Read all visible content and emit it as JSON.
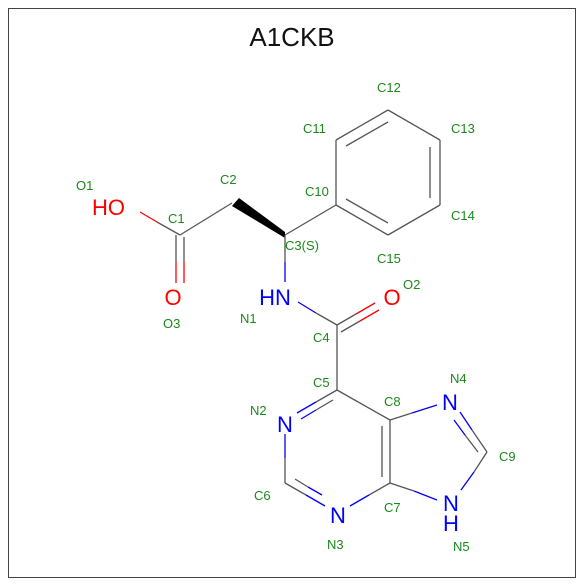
{
  "title": "A1CKB",
  "colors": {
    "carbon_label": "#1a8a1a",
    "nitrogen": "#0000ff",
    "oxygen": "#ff0000",
    "bond": "#555555"
  },
  "atom_labels": {
    "ho": "HO",
    "o_carbonyl_acid": "O",
    "nh": "HN",
    "o_amide": "O",
    "n2": "N",
    "n3": "N",
    "n4": "N",
    "n5_n": "N",
    "n5_h": "H"
  },
  "atom_ids": {
    "C1": "C1",
    "C2": "C2",
    "C3": "C3(S)",
    "C4": "C4",
    "C5": "C5",
    "C6": "C6",
    "C7": "C7",
    "C8": "C8",
    "C9": "C9",
    "C10": "C10",
    "C11": "C11",
    "C12": "C12",
    "C13": "C13",
    "C14": "C14",
    "C15": "C15",
    "N1": "N1",
    "N2": "N2",
    "N3": "N3",
    "N4": "N4",
    "N5": "N5",
    "O1": "O1",
    "O2": "O2",
    "O3": "O3"
  }
}
